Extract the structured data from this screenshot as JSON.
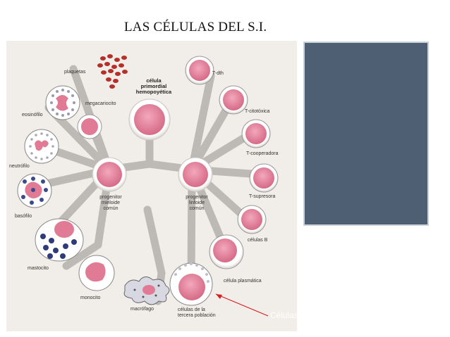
{
  "title": "LAS CÉLULAS DEL S.I.",
  "diagram": {
    "center_cell_lines": [
      "célula",
      "primordial",
      "hemopoyética"
    ],
    "myeloid_progenitor_lines": [
      "progenitor",
      "mieloide",
      "común"
    ],
    "lymphoid_progenitor_lines": [
      "progenitor",
      "linfoide",
      "común"
    ],
    "labels": {
      "plaquetas": "plaquetas",
      "megacariocito": "megacariocito",
      "eosinofilo": "eosinófilo",
      "neutrofilo": "neutrófilo",
      "basofilo": "basófilo",
      "mastocito": "mastocito",
      "monocito": "monocito",
      "macrofago": "macrófago",
      "tercera_poblacion_1": "células de la",
      "tercera_poblacion_2": "tercera población",
      "t_dth": "T-dth",
      "t_citotoxica": "T-citotóxica",
      "t_cooperadora": "T-cooperadora",
      "t_supresora": "T-supresora",
      "celulas_b": "células B",
      "celula_plasmatica": "célula plasmática"
    }
  },
  "annotation": {
    "nk_label": "Células  asesinas NK",
    "arrow_color": "#d42020"
  },
  "colors": {
    "cell_pink": "#e07a95",
    "panel": "#4e5f73",
    "granule_red": "#b5302a",
    "granule_blue": "#3a4a8a"
  }
}
